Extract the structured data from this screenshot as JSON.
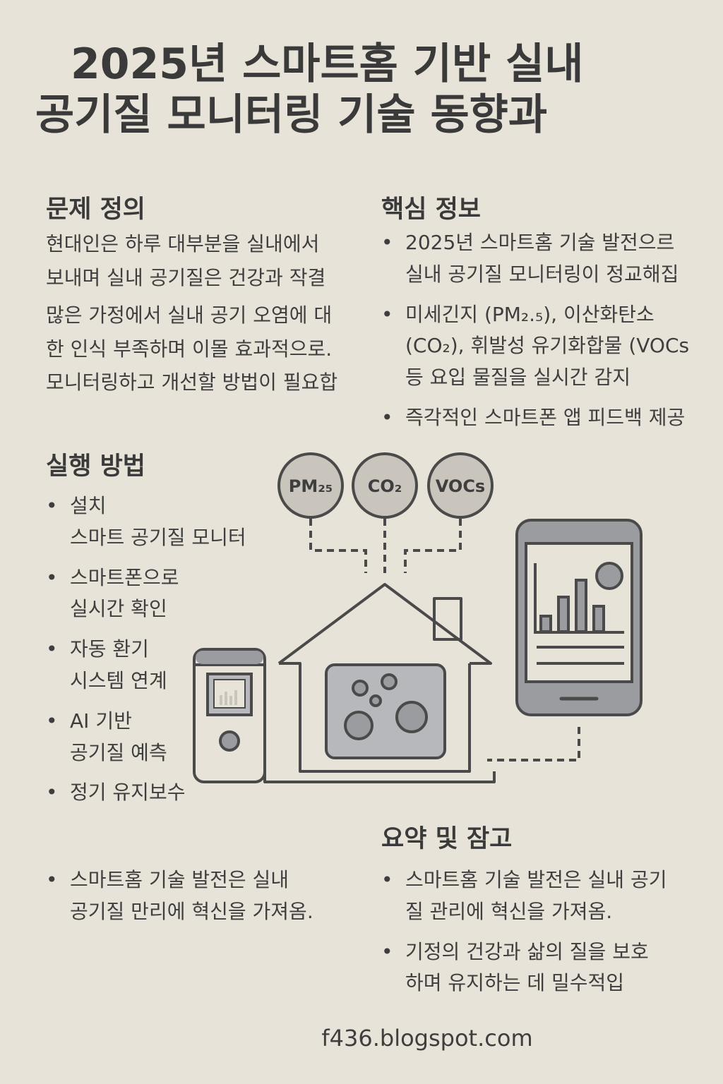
{
  "title": {
    "line1": "2025년 스마트홈 기반 실내",
    "line2": "공기질 모니터링 기술 동향과"
  },
  "problem": {
    "heading": "문제 정의",
    "para1": [
      "현대인은 하루 대부분을 실내에서",
      "보내며 실내 공기질은 건강과 작결"
    ],
    "para2": [
      "많은 가정에서 실내 공기 오염에 대",
      "한 인식 부족하며 이몰 효과적으로.",
      "모니터링하고 개선할 방법이 필요합"
    ]
  },
  "key_info": {
    "heading": "핵심 정보",
    "items": [
      [
        "2025년 스마트홈 기술 발전으르",
        "실내 공기질 모니터링이 정교해집"
      ],
      [
        "미세긴지 (PM₂.₅), 이산화탄소",
        "(CO₂), 휘발성 유기화합물 (VOCs",
        "등 요입 물질을 실시간 감지"
      ],
      [
        "즉각적인 스마트폰 앱 피드백 제공"
      ]
    ]
  },
  "method": {
    "heading": "실행 방법",
    "items": [
      [
        "설치",
        "스마트 공기질 모니터"
      ],
      [
        "스마트폰으로",
        "실시간 확인"
      ],
      [
        "자동 환기",
        "시스템 연계"
      ],
      [
        "AI 기반",
        "공기질 예측"
      ],
      [
        "정기 유지보수"
      ]
    ]
  },
  "left_note": [
    "스마트홈 기술 발전은 실내",
    "공기질 만리에 혁신을 가져옴."
  ],
  "summary": {
    "heading": "요약 및 잠고",
    "items": [
      [
        "스마트홈 기술 발전은 실내 공기",
        "질 관리에 혁신을 가져옴."
      ],
      [
        "기정의 건강과 삶의 질을 보호",
        "하며 유지하는 데 밀수적입"
      ]
    ]
  },
  "sensors": {
    "pm": "PM₂₅",
    "co2": "CO₂",
    "vocs": "VOCs"
  },
  "footer": "f436.blogspot.com",
  "bullet": "•",
  "colors": {
    "background": "#e8e3d8",
    "line": "#4a4a4a",
    "fill_gray": "#9a9ca0",
    "fill_light": "#c9c5bc",
    "screen_gray": "#b7b8bb"
  },
  "icons": [
    "house-icon",
    "air-monitor-icon",
    "smartphone-icon",
    "chart-icon",
    "sensor-pm-icon",
    "sensor-co2-icon",
    "sensor-vocs-icon"
  ]
}
